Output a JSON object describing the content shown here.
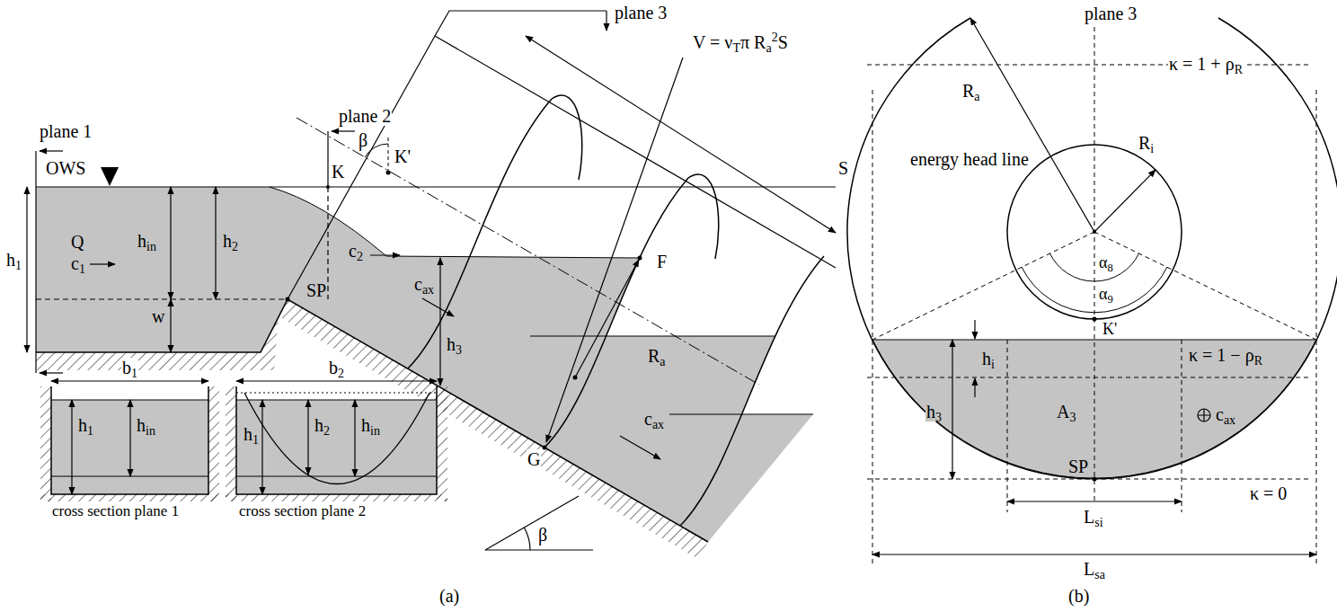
{
  "diagram": {
    "labels": [
      "plane 3",
      "V = νTπ Ra2S",
      "S",
      "energy head line",
      "plane 1",
      "plane 2",
      "OWS",
      "β",
      "K'",
      "K",
      "h1",
      "Q",
      "c1",
      "hin",
      "h2",
      "c2",
      "SP",
      "w",
      "cax",
      "F",
      "h3",
      "Ra",
      "cax",
      "G",
      "β",
      "b1",
      "b2",
      "h1",
      "hin",
      "h1",
      "h2",
      "hin",
      "cross section plane 1",
      "cross section plane 2",
      "(a)",
      "plane 3",
      "κ = 1 + ρR",
      "Ra",
      "Ri",
      "α8",
      "α9",
      "K'",
      "hi",
      "κ = 1 − ρR",
      "h3",
      "A3",
      "cax",
      "SP",
      "κ = 0",
      "Lsi",
      "Lsa",
      "(b)"
    ]
  }
}
